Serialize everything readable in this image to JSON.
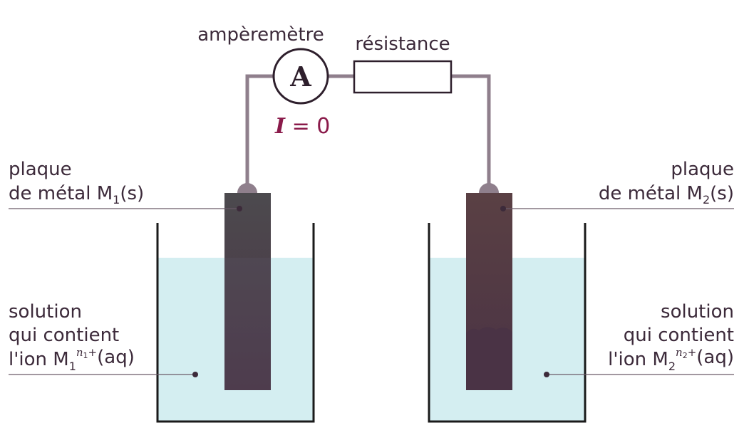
{
  "ammeter": {
    "label": "ampèremètre",
    "symbol": "A"
  },
  "resistor": {
    "label": "résistance"
  },
  "current": {
    "symbol": "I",
    "equals": " = ",
    "value": "0"
  },
  "left": {
    "plate_line1": "plaque",
    "plate_line2": "de métal M",
    "plate_sub": "1",
    "plate_tail": "(s)",
    "sol_line1": "solution",
    "sol_line2": "qui contient",
    "sol_line3": "l'ion M",
    "ion_sub": "1",
    "ion_sup_n": "n",
    "ion_sup_n_sub": "1",
    "ion_sup_plus": "+",
    "ion_tail": "(aq)"
  },
  "right": {
    "plate_line1": "plaque",
    "plate_line2": "de métal M",
    "plate_sub": "2",
    "plate_tail": "(s)",
    "sol_line1": "solution",
    "sol_line2": "qui contient",
    "sol_line3": "l'ion M",
    "ion_sub": "2",
    "ion_sup_n": "n",
    "ion_sup_n_sub": "2",
    "ion_sup_plus": "+",
    "ion_tail": "(aq)"
  },
  "colors": {
    "wire": "#8f7f8c",
    "solution": "#d4eef1",
    "beaker": "#1a1a1a",
    "plate_left": "#4f4650",
    "plate_right": "#55404a",
    "current": "#8a1a4a"
  }
}
